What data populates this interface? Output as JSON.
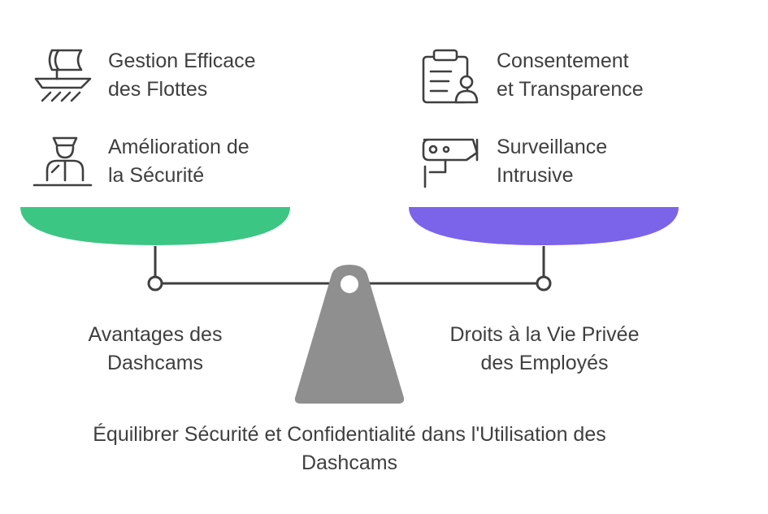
{
  "diagram": {
    "colors": {
      "left_pan": "#3cc684",
      "right_pan": "#7b63ea",
      "fulcrum": "#8f8f8f",
      "line": "#3f3f3f",
      "text": "#3f3f3f"
    },
    "left": {
      "label": "Avantages des\nDashcams",
      "items": [
        {
          "text": "Gestion Efficace\ndes Flottes",
          "icon": "ship-icon"
        },
        {
          "text": "Amélioration de\nla Sécurité",
          "icon": "guard-icon"
        }
      ]
    },
    "right": {
      "label": "Droits à la Vie Privée\ndes Employés",
      "items": [
        {
          "text": "Consentement\net Transparence",
          "icon": "clipboard-user-icon"
        },
        {
          "text": "Surveillance\nIntrusive",
          "icon": "security-camera-icon"
        }
      ]
    },
    "title": "Équilibrer Sécurité et Confidentialité dans l'Utilisation des\nDashcams"
  }
}
